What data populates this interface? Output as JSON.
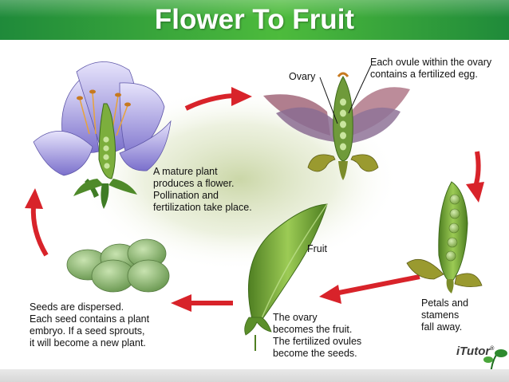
{
  "header": {
    "title": "Flower To Fruit"
  },
  "labels": {
    "ovary": "Ovary",
    "ovule": "Each ovule within the ovary\ncontains a fertilized egg.",
    "mature": "A mature plant\nproduces a flower.\nPollination and\nfertilization take place.",
    "fruit": "Fruit",
    "petals": "Petals and\nstamens\nfall away.",
    "ovary_fruit": "The ovary\nbecomes the fruit.\nThe fertilized ovules\nbecome the seeds.",
    "seeds": "Seeds are dispersed.\nEach seed contains a plant\nembryo. If a seed sprouts,\nit will become a new plant."
  },
  "logo": {
    "text": "iTutor",
    "mark": "®"
  },
  "colors": {
    "header": "#3aa83a",
    "arrow": "#d8232a",
    "petal": "#8f86d6",
    "pod": "#6b9f35"
  }
}
